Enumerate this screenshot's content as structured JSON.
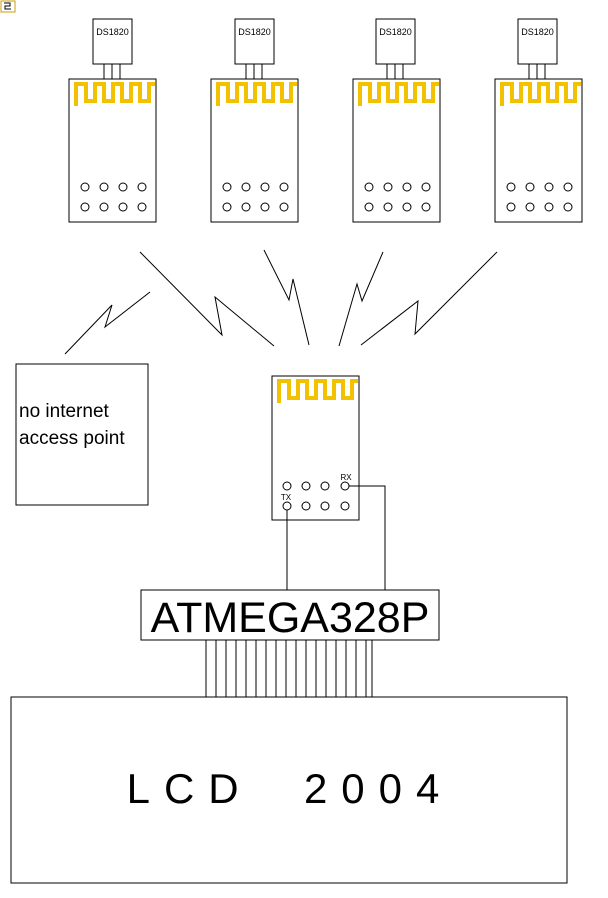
{
  "colors": {
    "antenna": "#f2c200",
    "line": "#000000",
    "background": "#ffffff"
  },
  "sensors": [
    {
      "label": "DS1820"
    },
    {
      "label": "DS1820"
    },
    {
      "label": "DS1820"
    },
    {
      "label": "DS1820"
    }
  ],
  "access_point": {
    "line1": "no internet",
    "line2": "access point"
  },
  "hub_module": {
    "rx_label": "RX",
    "tx_label": "TX"
  },
  "mcu": {
    "label": "ATMEGA328P"
  },
  "lcd": {
    "label": "LCD  2004"
  }
}
